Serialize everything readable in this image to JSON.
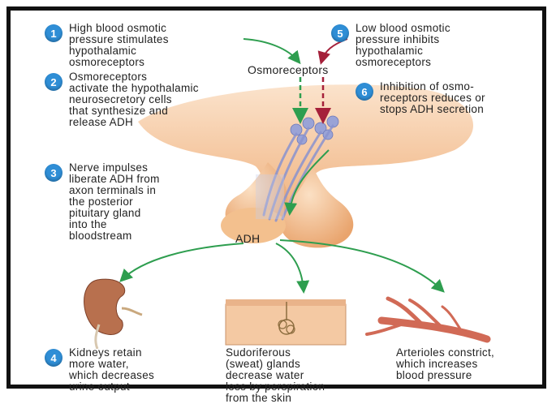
{
  "steps": [
    {
      "num": "1",
      "text": "High blood osmotic\npressure stimulates\nhypothalamic\nosmoreceptors"
    },
    {
      "num": "2",
      "text": "Osmoreceptors\nactivate the hypothalamic\nneurosecretory cells\nthat synthesize and\nrelease ADH"
    },
    {
      "num": "3",
      "text": "Nerve impulses\nliberate ADH from\naxon terminals in\nthe posterior\npituitary gland\ninto the\nbloodstream"
    },
    {
      "num": "4",
      "text": "Kidneys retain\nmore water,\nwhich decreases\nurine output"
    },
    {
      "num": "5",
      "text": "Low blood osmotic\npressure inhibits\nhypothalamic\nosmoreceptors"
    },
    {
      "num": "6",
      "text": "Inhibition of osmo-\nreceptors reduces or\nstops ADH secretion"
    }
  ],
  "labels": {
    "osmoreceptors": "Osmoreceptors",
    "adh": "ADH"
  },
  "captions": {
    "sweat": "Sudoriferous\n(sweat) glands\ndecrease water\nloss by perspiration\nfrom the skin",
    "arterioles": "Arterioles constrict,\nwhich increases\nblood pressure"
  },
  "colors": {
    "badge": "#2f8ed6",
    "stimulate_arrow": "#2e9e4f",
    "inhibit_arrow": "#a5203a",
    "tissue": "#f4c497",
    "nerve": "#9aa3d6"
  }
}
